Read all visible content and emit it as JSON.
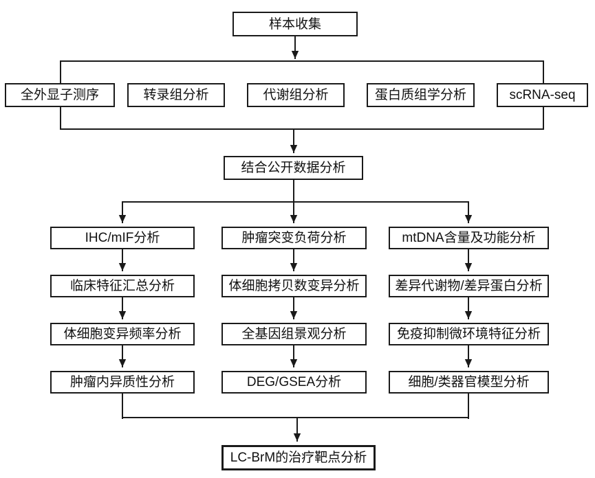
{
  "colors": {
    "line": "#1a1a1a",
    "box_border": "#1a1a1a",
    "text": "#111111",
    "background": "#ffffff"
  },
  "flow": {
    "top": {
      "label": "样本收集"
    },
    "omics_row": [
      {
        "label": "全外显子测序"
      },
      {
        "label": "转录组分析"
      },
      {
        "label": "代谢组分析"
      },
      {
        "label": "蛋白质组学分析"
      },
      {
        "label": "scRNA-seq"
      }
    ],
    "integration": {
      "label": "结合公开数据分析"
    },
    "columns": [
      {
        "steps": [
          {
            "label": "IHC/mIF分析"
          },
          {
            "label": "临床特征汇总分析"
          },
          {
            "label": "体细胞变异频率分析"
          },
          {
            "label": "肿瘤内异质性分析"
          }
        ]
      },
      {
        "steps": [
          {
            "label": "肿瘤突变负荷分析"
          },
          {
            "label": "体细胞拷贝数变异分析"
          },
          {
            "label": "全基因组景观分析"
          },
          {
            "label": "DEG/GSEA分析"
          }
        ]
      },
      {
        "steps": [
          {
            "label": "mtDNA含量及功能分析"
          },
          {
            "label": "差异代谢物/差异蛋白分析"
          },
          {
            "label": "免疫抑制微环境特征分析"
          },
          {
            "label": "细胞/类器官模型分析"
          }
        ]
      }
    ],
    "final": {
      "label": "LC-BrM的治疗靶点分析"
    }
  }
}
